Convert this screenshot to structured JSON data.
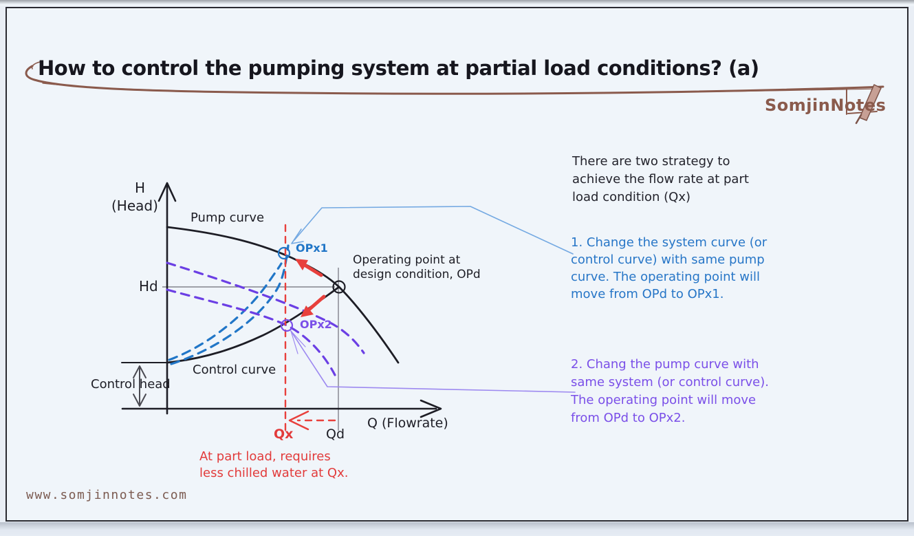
{
  "page": {
    "title": "How to control the pumping system at partial load conditions? (a)",
    "brand": "SomjinNotes",
    "website": "www.somjinnotes.com"
  },
  "notes": {
    "intro_lines": [
      "There are two strategy to",
      "achieve the flow rate at part",
      "load condition (Qx)"
    ],
    "strategy1_lines": [
      "1. Change the system curve (or",
      "control curve) with same pump",
      "curve. The operating point will",
      "move from OPd to OPx1."
    ],
    "strategy2_lines": [
      "2. Chang the pump curve with",
      "same system (or control curve).",
      "The operating point will move",
      "from OPd to OPx2."
    ],
    "part_load_note_lines": [
      "At part load, requires",
      "less chilled water at Qx."
    ]
  },
  "diagram": {
    "y_axis_symbol": "H",
    "y_axis_name": "(Head)",
    "x_axis_label": "Q (Flowrate)",
    "pump_curve_label": "Pump curve",
    "control_curve_label": "Control curve",
    "design_point_note_lines": [
      "Operating point at",
      "design condition, OPd"
    ],
    "point_opx1": "OPx1",
    "point_opx2": "OPx2",
    "marker_hd": "Hd",
    "marker_qx": "Qx",
    "marker_qd": "Qd",
    "control_head_label": "Control head",
    "curves": [
      {
        "name": "pump curve",
        "style": "solid",
        "color": "#1d1d25"
      },
      {
        "name": "control curve",
        "style": "solid",
        "color": "#1d1d25"
      },
      {
        "name": "changed system curves (2)",
        "style": "dashed",
        "color": "#2176c7"
      },
      {
        "name": "changed pump curves (2)",
        "style": "dashed",
        "color": "#6b3fe4"
      }
    ]
  },
  "colors": {
    "background": "#f0f5fa",
    "ink": "#1c1c24",
    "brand_brown": "#8a5a4c",
    "accent_blue": "#2776c7",
    "accent_purple": "#7a4fe8",
    "accent_red": "#e23b3b",
    "thin_line_gray": "#6e6e78"
  }
}
